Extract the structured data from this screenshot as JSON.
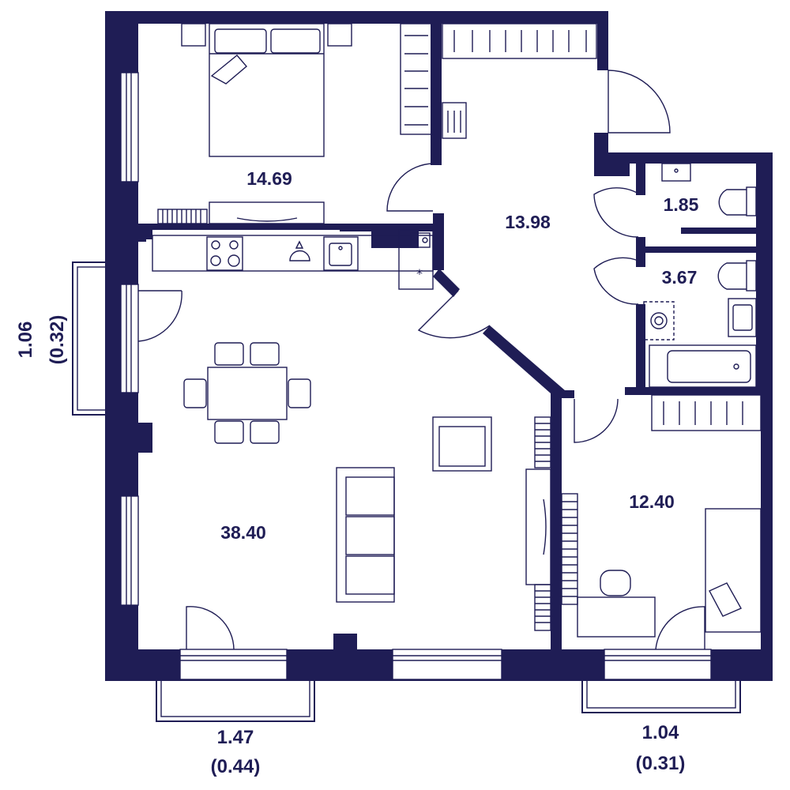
{
  "colors": {
    "wall": "#1f1d55",
    "background": "#ffffff"
  },
  "rooms": {
    "bedroom": "14.69",
    "hall": "13.98",
    "wc": "1.85",
    "bathroom": "3.67",
    "kitchen_living": "38.40",
    "bedroom_2": "12.40"
  },
  "balconies": {
    "left": {
      "area": "1.06",
      "area_reduced": "(0.32)"
    },
    "bottom_left": {
      "area": "1.47",
      "area_reduced": "(0.44)"
    },
    "bottom_right": {
      "area": "1.04",
      "area_reduced": "(0.31)"
    }
  },
  "icons": [
    "bed-icon",
    "wardrobe-icon",
    "stove-icon",
    "sink-icon",
    "toilet-icon",
    "bathtub-icon",
    "washing-machine-icon",
    "sofa-icon",
    "armchair-icon",
    "dining-table-icon",
    "desk-icon",
    "chair-icon",
    "single-bed-icon",
    "radiator-icon",
    "door-icon",
    "window-icon"
  ]
}
